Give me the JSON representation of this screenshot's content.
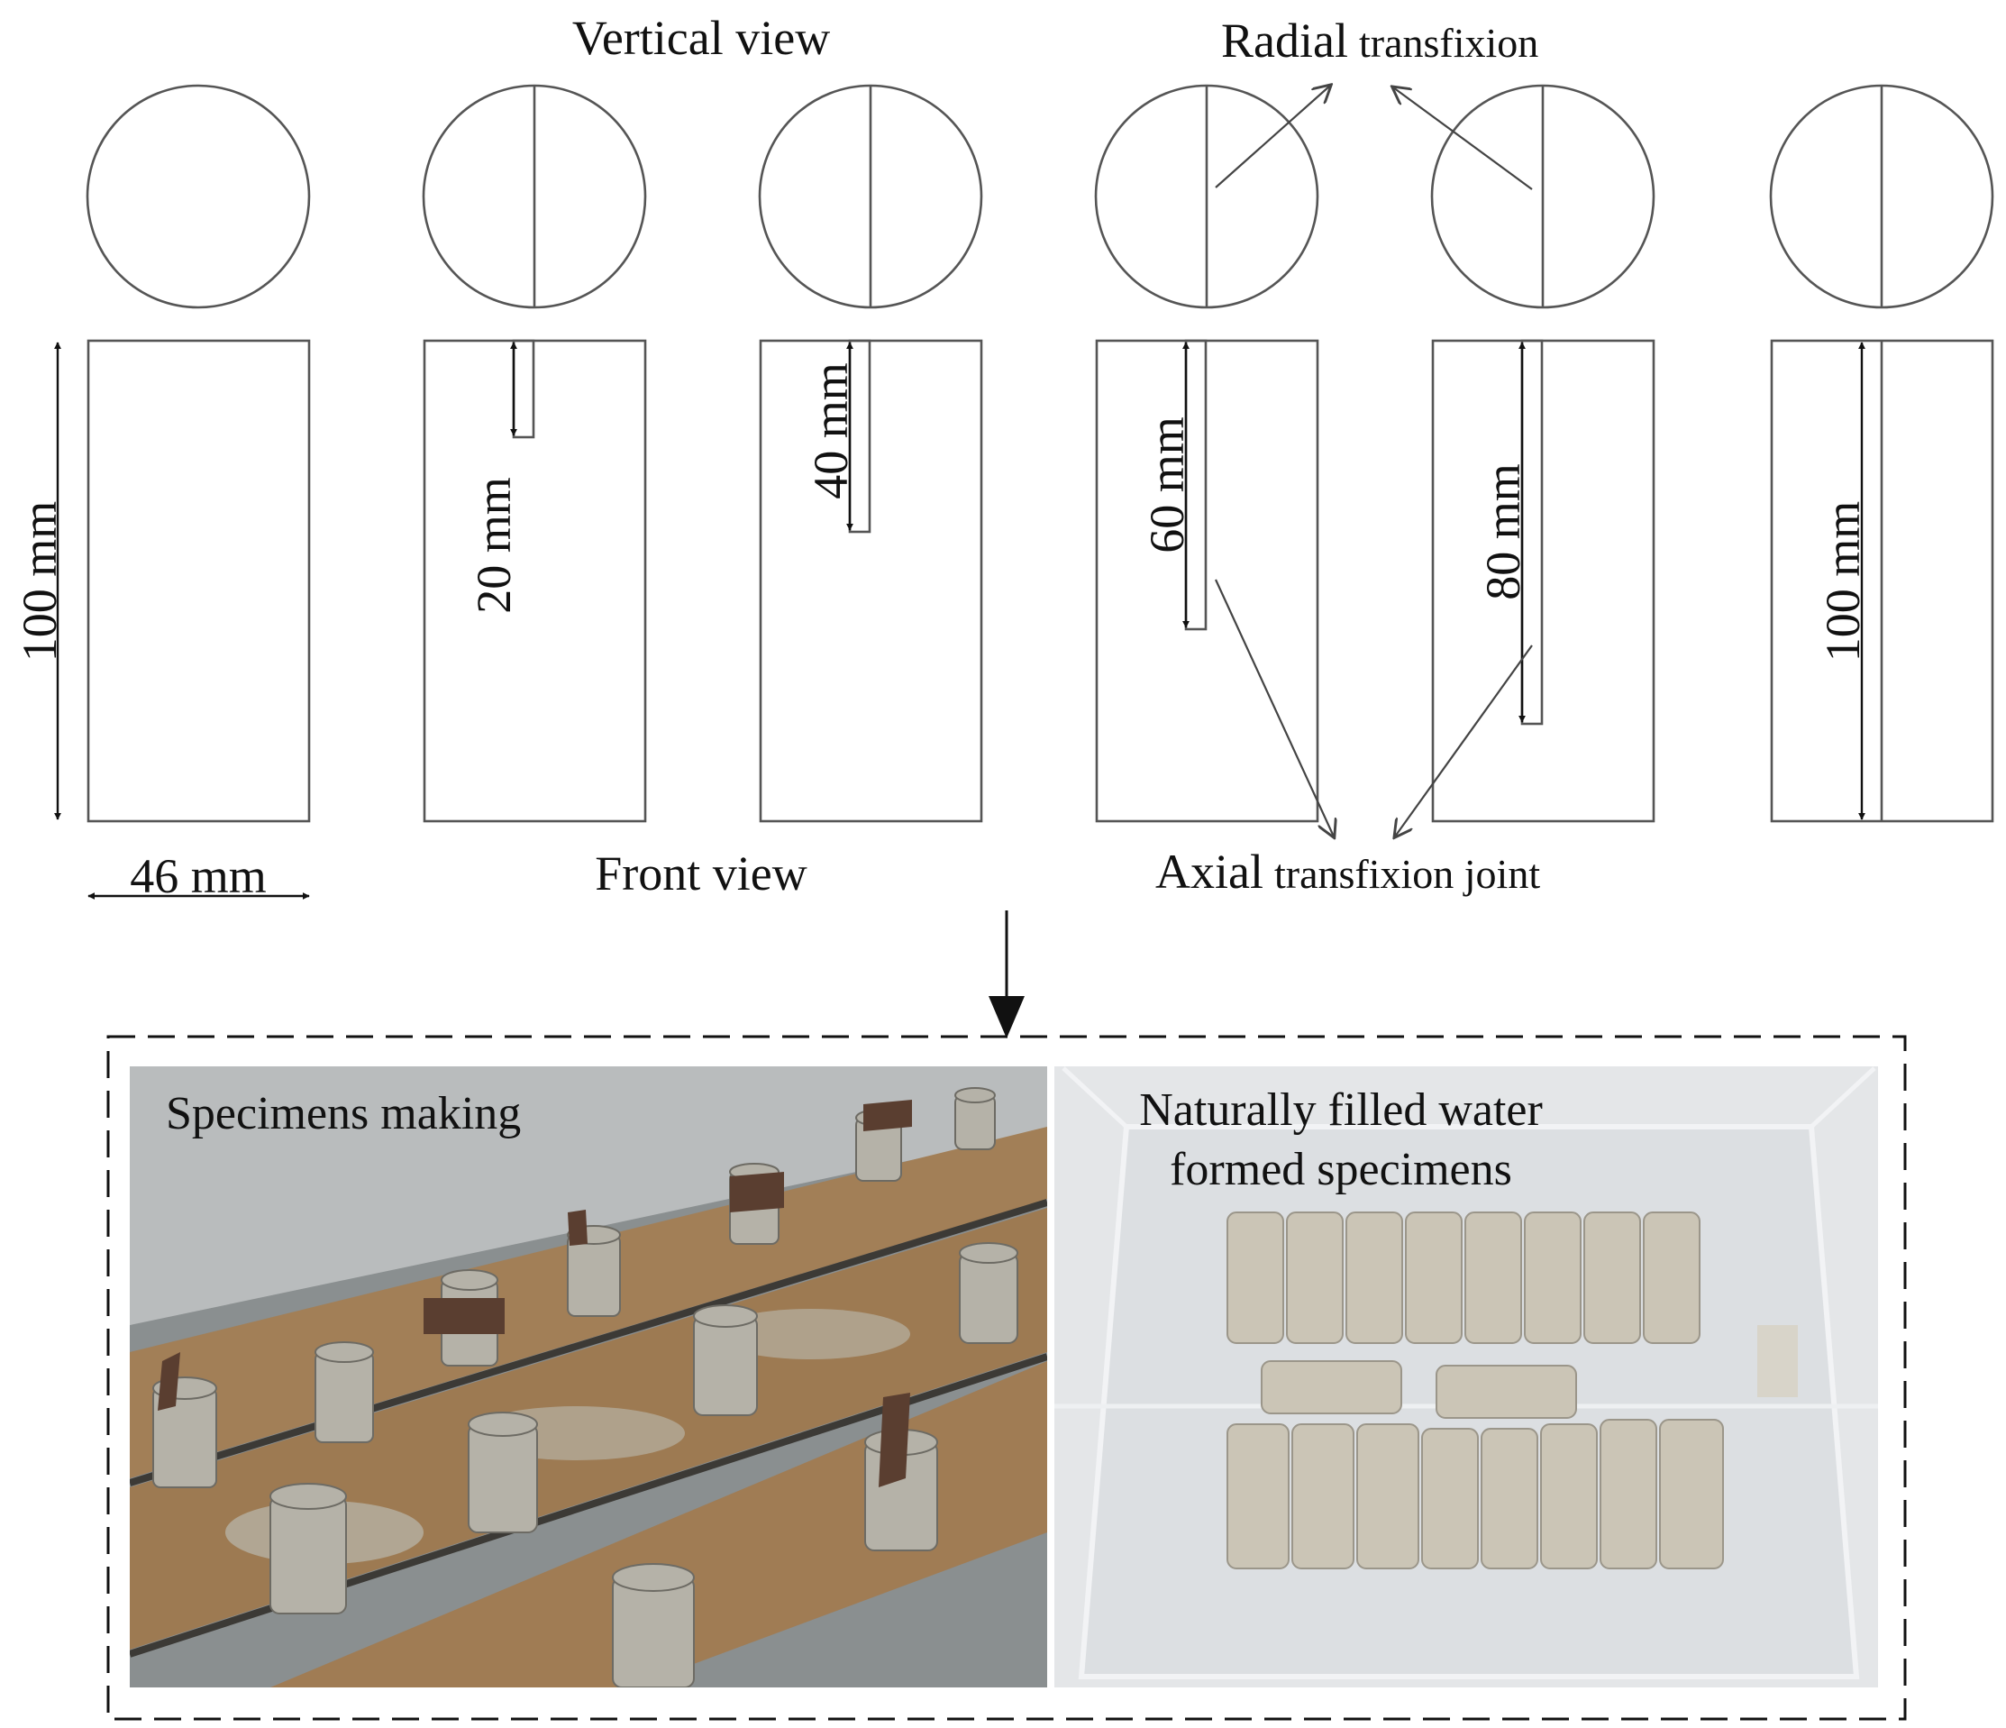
{
  "schematic": {
    "vertical_view_label": "Vertical view",
    "front_view_label": "Front view",
    "radial_label": {
      "main": "Radial",
      "small": "transfixion"
    },
    "axial_label": {
      "main": "Axial",
      "small": "transfixion joint"
    },
    "height_label": "100 mm",
    "width_label": "46 mm",
    "joint_labels": [
      "20 mm",
      "40 mm",
      "60 mm",
      "80 mm",
      "100 mm"
    ]
  },
  "photos": {
    "left_label": "Specimens making",
    "right_label_line1": "Naturally filled water",
    "right_label_line2": "formed specimens"
  },
  "colors": {
    "line": "#555555",
    "text": "#111111",
    "photo_left_bg": "#b9b3a6",
    "photo_right_bg": "#e4e6e8",
    "specimen": "#cfc8b8"
  }
}
